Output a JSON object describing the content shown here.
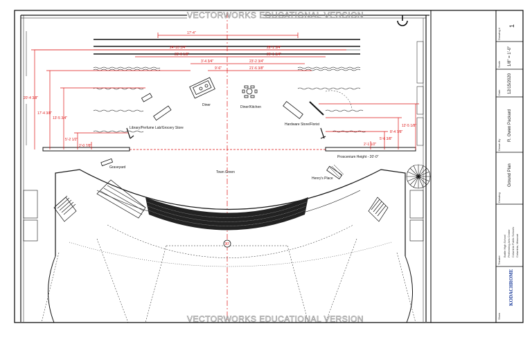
{
  "watermark": {
    "top": "VECTORWORKS EDUCATIONAL VERSION",
    "bottom": "VECTORWORKS EDUCATIONAL VERSION"
  },
  "labels": {
    "diner": "Diner",
    "diner_kitchen": "Diner/Kitchen",
    "library": "Library/Perfume Lab/Grocery Store",
    "hardware": "Hardware Store/Florist",
    "graveyard": "Graveyard",
    "town_green": "Town Green",
    "henrys_place": "Henry's Place",
    "proscenium": "Proscenium Height - 20'-0\""
  },
  "dimensions": {
    "d17_4": "17'-4\"",
    "d24_10": "24'-10 1/4\"",
    "d28_1": "28'-1 3/4\"",
    "d23_0": "23'-0 1/8\"",
    "d26_1": "26'-1 3/4\"",
    "d3_4": "3'-4 3/4\"",
    "d23_2": "23'-2 3/4\"",
    "d9_6": "9'-6\"",
    "d21_6": "21'-6 3/8\"",
    "d20_4": "20'-4 3/8\"",
    "d17_4_v": "17'-4 3/8\"",
    "d13_5": "13'-5 3/4\"",
    "d5_2": "5'-2 1/2\"",
    "d2_0": "2'-0 7/8\"",
    "d12_5": "12'-5 1/8\"",
    "d8_4": "8'-4 7/8\"",
    "d5_6": "5'-6 3/8\"",
    "d2_1": "2'-1 1/2\"",
    "d30": "30'"
  },
  "title_block": {
    "drawing_no_cap": "Drawing #",
    "drawing_no": "1",
    "scale_cap": "Scale",
    "scale": "1/8\" = 1'-0\"",
    "date_cap": "Date",
    "date": "12/15/2020",
    "drawn_by_cap": "Drawn By",
    "drawn_by": "R. Owen Packard",
    "drawing_cap": "Drawing",
    "drawing": "Ground Plan",
    "theatre_cap": "Theatre",
    "theatre_lines": [
      "Battle High School",
      "Performing Arts Center",
      "Columbia Public Schools",
      "Columbia, Missouri"
    ],
    "show_cap": "Show",
    "show": "KODACHROME"
  }
}
